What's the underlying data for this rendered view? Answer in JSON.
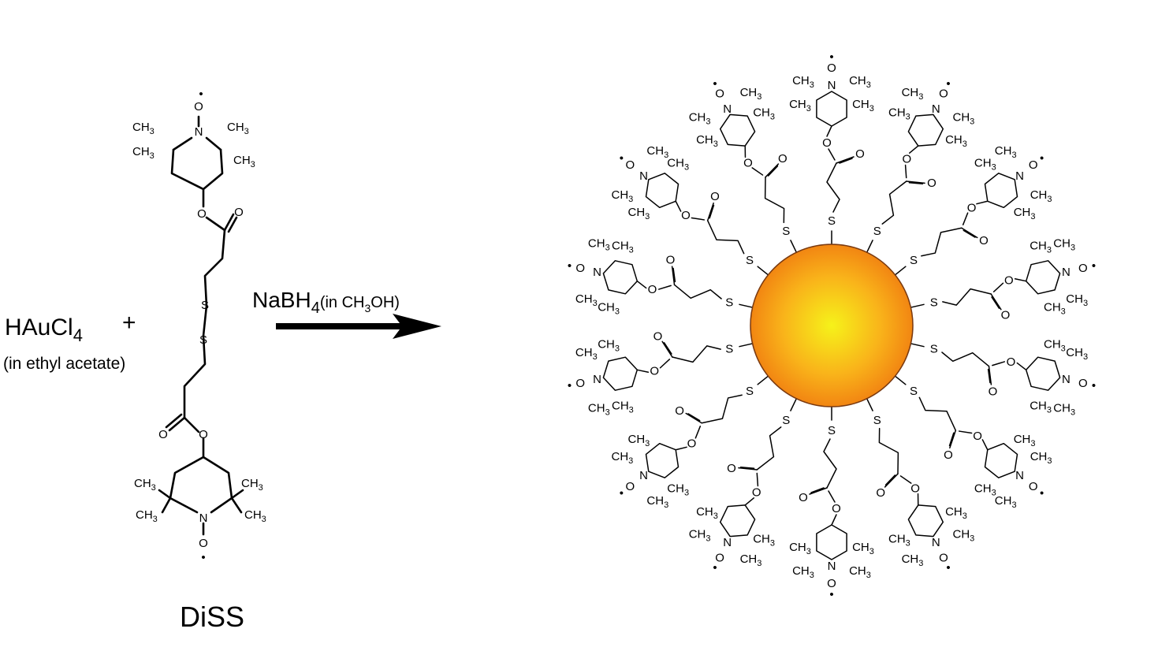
{
  "reactant": {
    "formula": "HAuCl",
    "subscript": "4",
    "plus": "+",
    "solvent": "(in ethyl acetate)"
  },
  "ligand": {
    "name": "DiSS",
    "atoms": {
      "methyl": "CH",
      "methyl_sub": "3",
      "methyl_left": "H",
      "methyl_left_c": "C",
      "nitrogen": "N",
      "oxygen": "O",
      "sulfur": "S",
      "radical": "•"
    }
  },
  "reagent": {
    "name": "NaBH",
    "name_sub": "4",
    "condition_open": "(in CH",
    "condition_sub": "3",
    "condition_close": "OH)"
  },
  "nanoparticle": {
    "core_light": "#f6f21a",
    "core_mid": "#f9b31a",
    "core_dark": "#f07a10",
    "ligand_count": 14
  }
}
